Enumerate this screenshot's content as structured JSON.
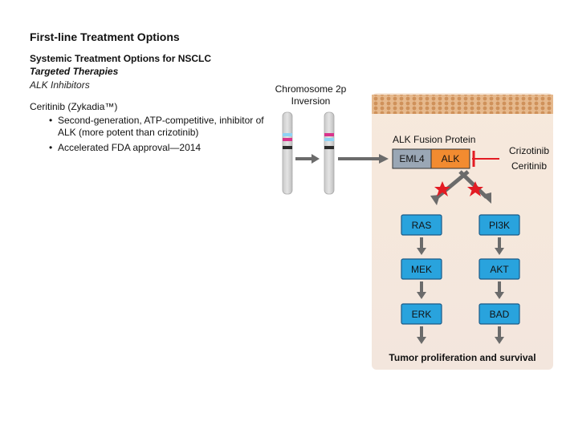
{
  "slide": {
    "title": "First-line Treatment Options",
    "heading": "Systemic Treatment Options for NSCLC",
    "subheading": "Targeted Therapies",
    "subsubheading": "ALK Inhibitors",
    "drug": "Ceritinib (Zykadia™)",
    "bullets": [
      "Second-generation, ATP-competitive, inhibitor of ALK (more potent than crizotinib)",
      "Accelerated FDA approval—2014"
    ]
  },
  "diagram": {
    "chromosome_label_1": "Chromosome 2p",
    "chromosome_label_2": "Inversion",
    "fusion_label": "ALK Fusion Protein",
    "eml4": "EML4",
    "alk": "ALK",
    "inhibitor_1": "Crizotinib",
    "inhibitor_2": "Ceritinib",
    "left_path": [
      "RAS",
      "MEK",
      "ERK"
    ],
    "right_path": [
      "PI3K",
      "AKT",
      "BAD"
    ],
    "outcome": "Tumor proliferation and survival",
    "colors": {
      "box_fill": "#29a3dd",
      "box_stroke": "#1a5a87",
      "eml4_fill": "#9aa7b5",
      "alk_fill": "#f28b30",
      "inhibit_red": "#e31b23",
      "arrow_gray": "#6b6b6b",
      "membrane": "#d9a06a",
      "panel": "#f6ece4"
    }
  }
}
